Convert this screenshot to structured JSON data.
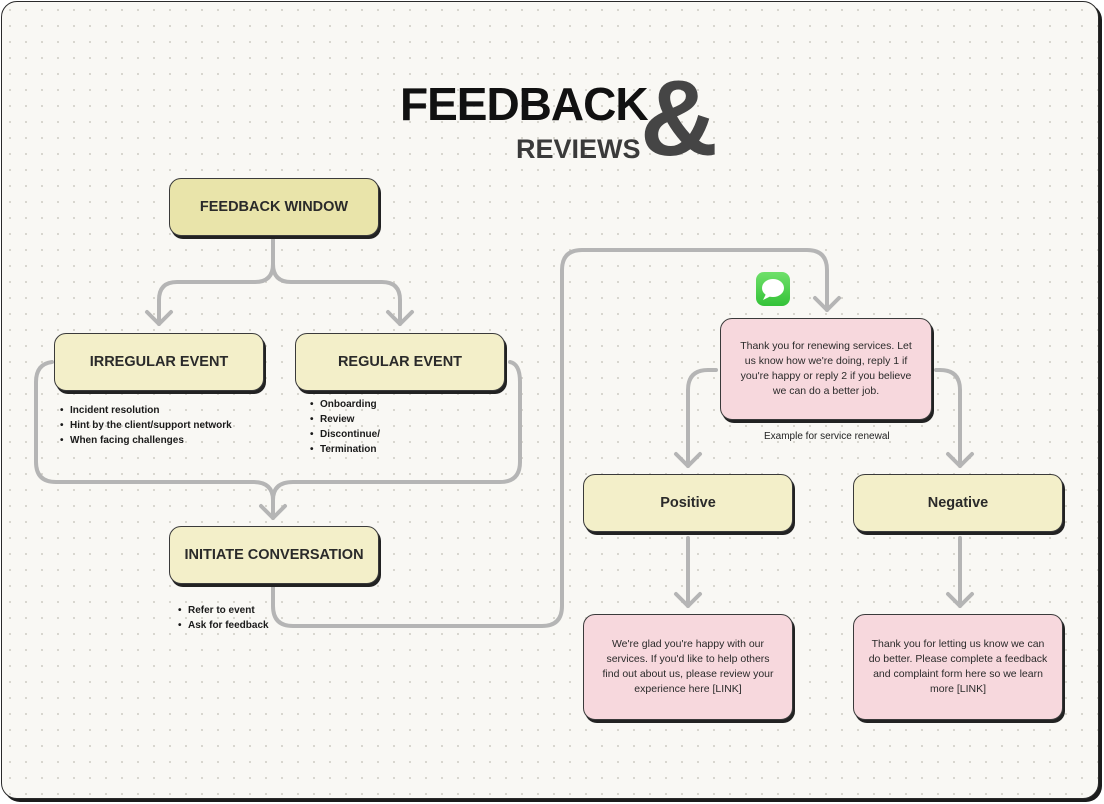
{
  "title": {
    "main": "FEEDBACK",
    "sub": "REVIEWS",
    "ampersand": "&"
  },
  "nodes": {
    "feedback_window": "FEEDBACK WINDOW",
    "irregular_event": "IRREGULAR EVENT",
    "regular_event": "REGULAR EVENT",
    "initiate_conversation": "INITIATE CONVERSATION",
    "renewal_message": "Thank you for renewing services. Let us know how we're doing, reply 1 if you're happy or reply 2 if you believe we can do a better job.",
    "positive": "Positive",
    "negative": "Negative",
    "positive_response": "We're glad you're happy with our services. If you'd like to help others find out about us, please review your experience here [LINK]",
    "negative_response": "Thank you for letting us know we can do better. Please complete a feedback and complaint form here so we learn more [LINK]"
  },
  "bullets": {
    "irregular": [
      "Incident resolution",
      "Hint by the client/support network",
      "When facing challenges"
    ],
    "regular": [
      "Onboarding",
      "Review",
      "Discontinue/",
      "Termination"
    ],
    "initiate": [
      "Refer to event",
      "Ask for feedback"
    ]
  },
  "caption": "Example for service renewal",
  "icons": {
    "message": "message-bubble-icon"
  },
  "colors": {
    "node_yellow": "#f3efc9",
    "node_yellow_strong": "#e9e4aa",
    "node_pink": "#f7d8dd",
    "connector": "#b5b5b5",
    "message_icon": "#44c841"
  }
}
